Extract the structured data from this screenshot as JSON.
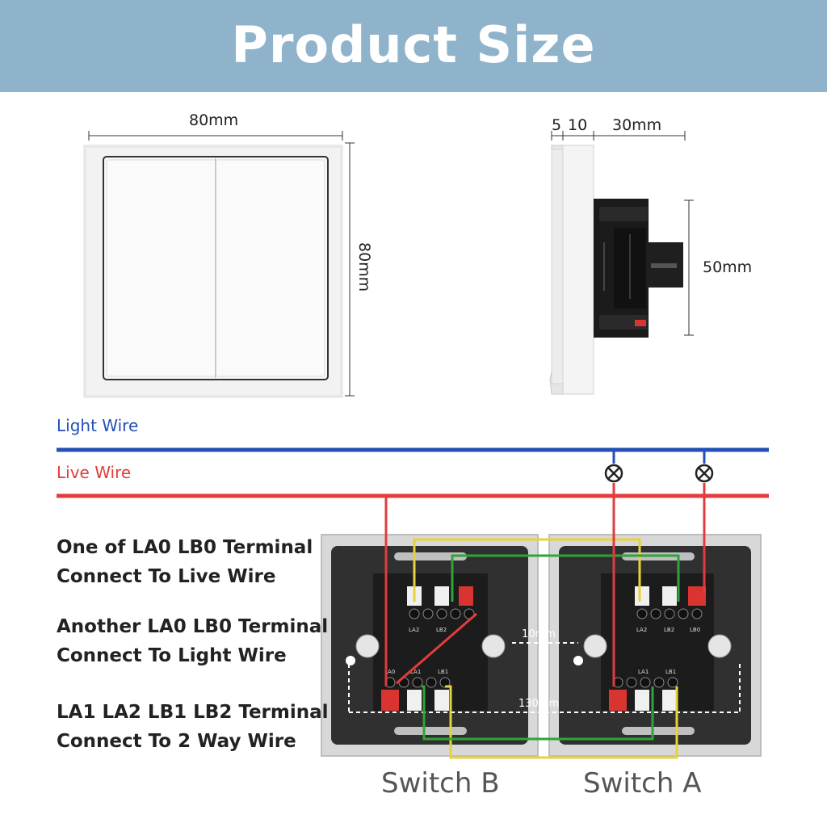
{
  "title": "Product Size",
  "dimensions": {
    "front_width": "80mm",
    "front_height": "80mm",
    "side_depth_a": "5",
    "side_depth_b": "10",
    "side_depth_c": "30mm",
    "side_height": "50mm"
  },
  "wires": {
    "light_label": "Light Wire",
    "live_label": "Live Wire",
    "light_color": "#2350b4",
    "live_color": "#e23c3c",
    "two_way_colors": [
      "#e8d23a",
      "#2fa43a"
    ]
  },
  "instructions": [
    [
      "One of LA0 LB0 Terminal",
      "Connect To Live Wire"
    ],
    [
      "Another LA0 LB0 Terminal",
      "Connect To Light Wire"
    ],
    [
      "LA1 LA2 LB1 LB2 Terminal",
      "Connect To 2 Way Wire"
    ]
  ],
  "switches": {
    "b_label": "Switch B",
    "a_label": "Switch A",
    "b_terminals": {
      "la2": "LA2",
      "lb2": "LB2",
      "la0": "LA0",
      "la1": "LA1",
      "lb1": "LB1"
    },
    "a_terminals": {
      "la2": "LA2",
      "lb2": "LB2",
      "lb0": "LB0",
      "la1": "LA1",
      "lb1": "LB1"
    },
    "gap_label": "10mm",
    "span_label": "130mm"
  },
  "icons": [
    "lamp-icon",
    "lamp-icon"
  ]
}
